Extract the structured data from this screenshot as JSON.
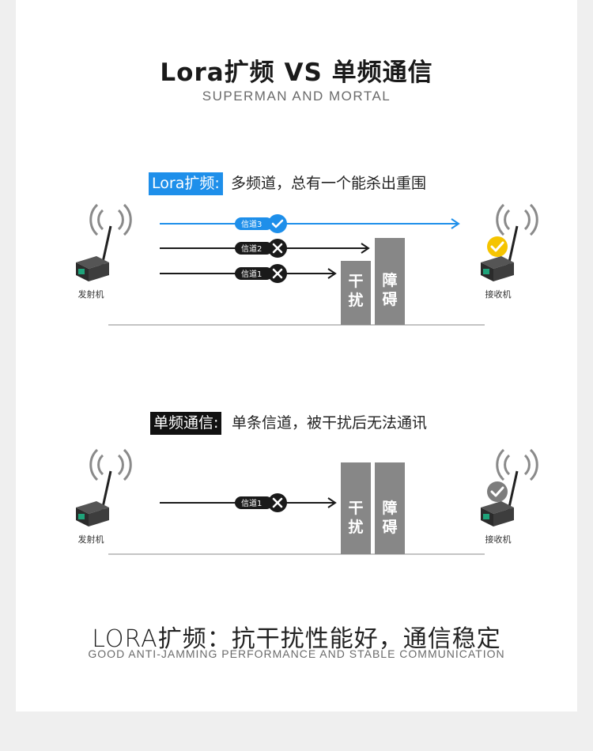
{
  "header": {
    "title": "Lora扩频 VS 单频通信",
    "subtitle": "SUPERMAN AND MORTAL"
  },
  "section1": {
    "tag": "Lora扩频:",
    "description": "多频道，总有一个能杀出重围",
    "transmitter_label": "发射机",
    "receiver_label": "接收机",
    "channels": [
      {
        "label": "信道3",
        "status": "pass"
      },
      {
        "label": "信道2",
        "status": "blocked"
      },
      {
        "label": "信道1",
        "status": "blocked"
      }
    ],
    "block1": "干扰",
    "block2": "障碍",
    "receiver_status": "success"
  },
  "section2": {
    "tag": "单频通信:",
    "description": "单条信道，被干扰后无法通讯",
    "transmitter_label": "发射机",
    "receiver_label": "接收机",
    "channels": [
      {
        "label": "信道1",
        "status": "blocked"
      }
    ],
    "block1": "干扰",
    "block2": "障碍",
    "receiver_status": "inactive"
  },
  "footer": {
    "title": "LORA扩频：抗干扰性能好，通信稳定",
    "subtitle": "GOOD ANTI-JAMMING PERFORMANCE AND STABLE COMMUNICATION"
  },
  "colors": {
    "accent_blue": "#1e8fea",
    "success_yellow": "#f5c400",
    "inactive_gray": "#7d7d7d",
    "block_gray": "#878787",
    "dark": "#1a1a1a"
  },
  "icons": [
    "antenna-icon",
    "check-icon",
    "cross-icon",
    "router-device-icon"
  ]
}
